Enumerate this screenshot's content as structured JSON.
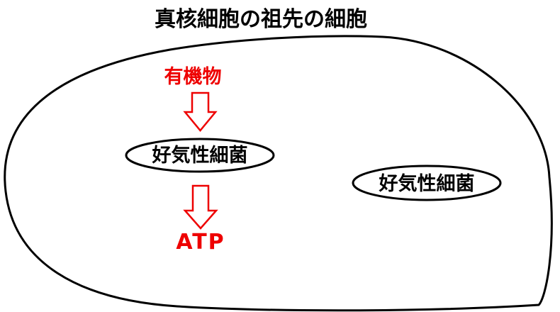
{
  "title": "真核細胞の祖先の細胞",
  "input_label": "有機物",
  "bacterium_label_inner": "好気性細菌",
  "bacterium_label_outer": "好気性細菌",
  "output_label": "ATP",
  "colors": {
    "accent_red": "#ee0000",
    "outline": "#000000",
    "background": "#ffffff"
  },
  "icons": {
    "arrow_in": "hollow-down-arrow-icon",
    "arrow_out": "hollow-down-arrow-icon"
  }
}
